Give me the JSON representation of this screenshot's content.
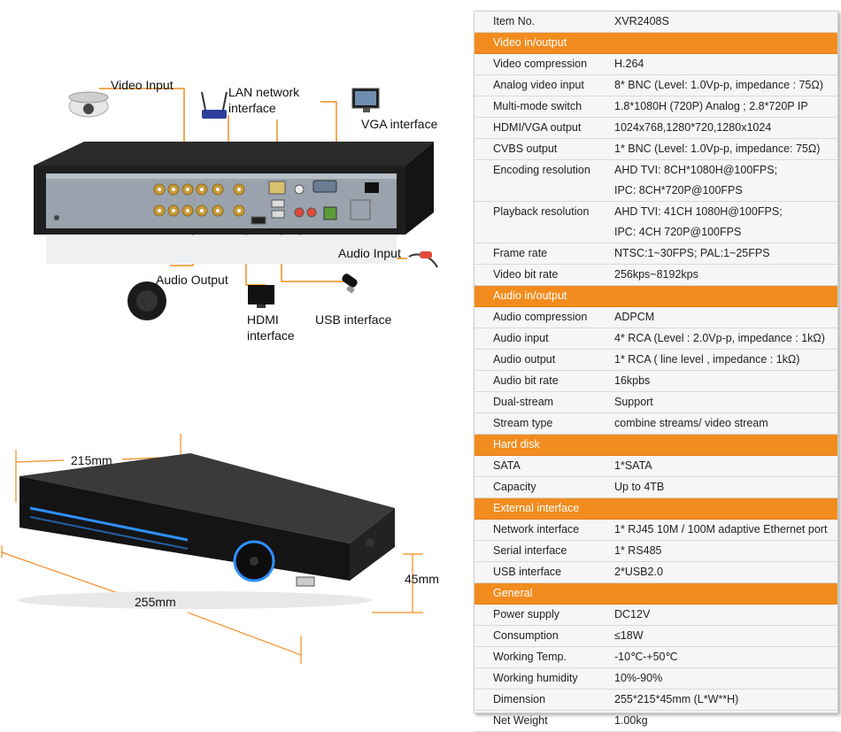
{
  "diagram_labels": {
    "video_input": "Video Input",
    "lan_line1": "LAN network",
    "lan_line2": "interface",
    "vga": "VGA interface",
    "audio_input": "Audio Input",
    "audio_output": "Audio Output",
    "hdmi_line1": "HDMI",
    "hdmi_line2": "interface",
    "usb": "USB interface"
  },
  "dimensions": {
    "width": "215mm",
    "depth": "255mm",
    "height": "45mm"
  },
  "colors": {
    "accent": "#f28c1e",
    "device_body": "#1b1b1b",
    "led_blue": "#2f8fff"
  },
  "spec_table": {
    "rows": [
      {
        "type": "row",
        "key": "Item No.",
        "value": "XVR2408S"
      },
      {
        "type": "section",
        "key": "Video in/output"
      },
      {
        "type": "row",
        "key": "Video compression",
        "value": "H.264"
      },
      {
        "type": "row",
        "key": "Analog video input",
        "value": "8* BNC (Level: 1.0Vp-p,  impedance : 75Ω)"
      },
      {
        "type": "row",
        "key": "Multi-mode switch",
        "value": "1.8*1080H (720P) Analog ; 2.8*720P IP"
      },
      {
        "type": "row",
        "key": "HDMI/VGA output",
        "value": "1024x768,1280*720,1280x1024"
      },
      {
        "type": "row",
        "key": "CVBS output",
        "value": "1* BNC (Level: 1.0Vp-p, impedance: 75Ω)"
      },
      {
        "type": "tall",
        "key": "Encoding resolution",
        "value": " AHD TVI: 8CH*1080H@100FPS;",
        "value2": "IPC: 8CH*720P@100FPS"
      },
      {
        "type": "tall",
        "key": "Playback resolution",
        "value": "AHD TVI: 41CH 1080H@100FPS;",
        "value2": "IPC: 4CH 720P@100FPS"
      },
      {
        "type": "row",
        "key": "Frame rate",
        "value": "NTSC:1~30FPS; PAL:1~25FPS"
      },
      {
        "type": "row",
        "key": "Video bit rate",
        "value": "256kps~8192kps"
      },
      {
        "type": "section",
        "key": "Audio in/output"
      },
      {
        "type": "row",
        "key": "Audio compression",
        "value": "ADPCM"
      },
      {
        "type": "row",
        "key": "Audio input",
        "value": " 4* RCA (Level : 2.0Vp-p, impedance : 1kΩ)"
      },
      {
        "type": "row",
        "key": "Audio output",
        "value": "1* RCA ( line level , impedance : 1kΩ)"
      },
      {
        "type": "row",
        "key": "Audio bit rate",
        "value": "16kpbs"
      },
      {
        "type": "row",
        "key": "Dual-stream",
        "value": "Support"
      },
      {
        "type": "row",
        "key": "Stream type",
        "value": "combine streams/ video stream"
      },
      {
        "type": "section",
        "key": "Hard disk"
      },
      {
        "type": "row",
        "key": "SATA",
        "value": "1*SATA"
      },
      {
        "type": "row",
        "key": "Capacity",
        "value": "Up to 4TB"
      },
      {
        "type": "section",
        "key": "External interface"
      },
      {
        "type": "row",
        "key": "Network interface",
        "value": "1* RJ45 10M / 100M adaptive Ethernet port"
      },
      {
        "type": "row",
        "key": "Serial interface",
        "value": "1* RS485"
      },
      {
        "type": "row",
        "key": "USB interface",
        "value": "2*USB2.0"
      },
      {
        "type": "section",
        "key": "General"
      },
      {
        "type": "row",
        "key": "Power supply",
        "value": "DC12V"
      },
      {
        "type": "row",
        "key": "Consumption",
        "value": "≤18W"
      },
      {
        "type": "row",
        "key": "Working Temp.",
        "value": "-10℃-+50℃"
      },
      {
        "type": "row",
        "key": "Working humidity",
        "value": "10%-90%"
      },
      {
        "type": "row",
        "key": "Dimension",
        "value": "255*215*45mm  (L*W**H)"
      },
      {
        "type": "row",
        "key": "Net Weight",
        "value": "1.00kg"
      }
    ]
  }
}
